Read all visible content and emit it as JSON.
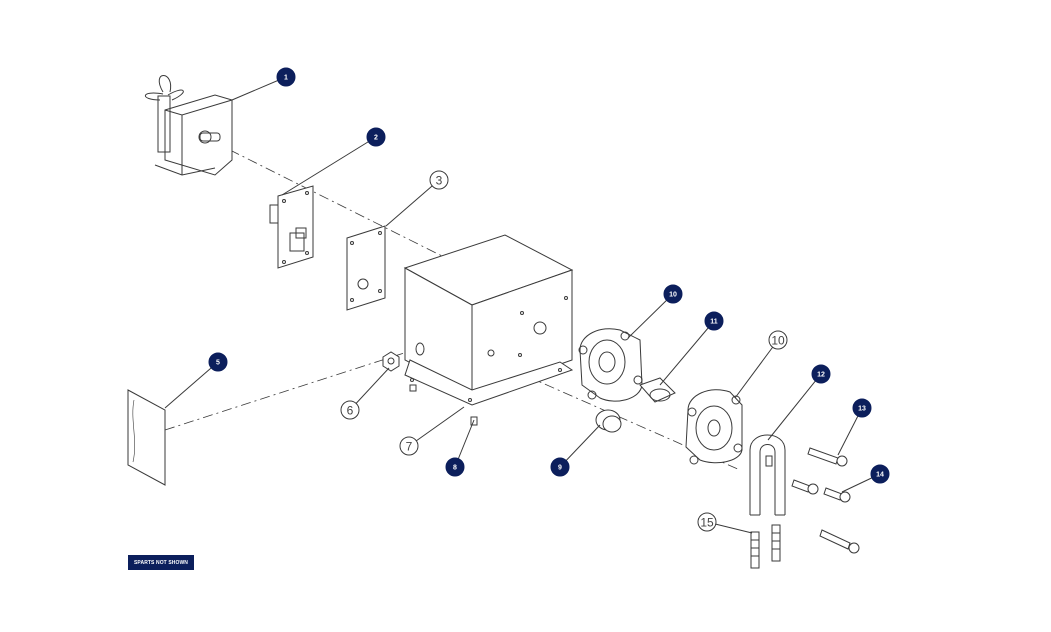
{
  "diagram": {
    "accent_color": "#0c1f5c",
    "line_color": "#3a3a3a",
    "callouts": [
      {
        "id": "1",
        "style": "filled"
      },
      {
        "id": "2",
        "style": "filled"
      },
      {
        "id": "3",
        "style": "outline"
      },
      {
        "id": "5",
        "style": "filled"
      },
      {
        "id": "6",
        "style": "outline"
      },
      {
        "id": "7",
        "style": "outline"
      },
      {
        "id": "8",
        "style": "filled"
      },
      {
        "id": "9",
        "style": "filled"
      },
      {
        "id": "10",
        "style": "filled"
      },
      {
        "id": "11",
        "style": "filled"
      },
      {
        "id": "10",
        "style": "outline"
      },
      {
        "id": "12",
        "style": "filled"
      },
      {
        "id": "13",
        "style": "filled"
      },
      {
        "id": "14",
        "style": "filled"
      },
      {
        "id": "15",
        "style": "outline"
      }
    ],
    "footnote_label": "SPARTS NOT SHOWN"
  }
}
